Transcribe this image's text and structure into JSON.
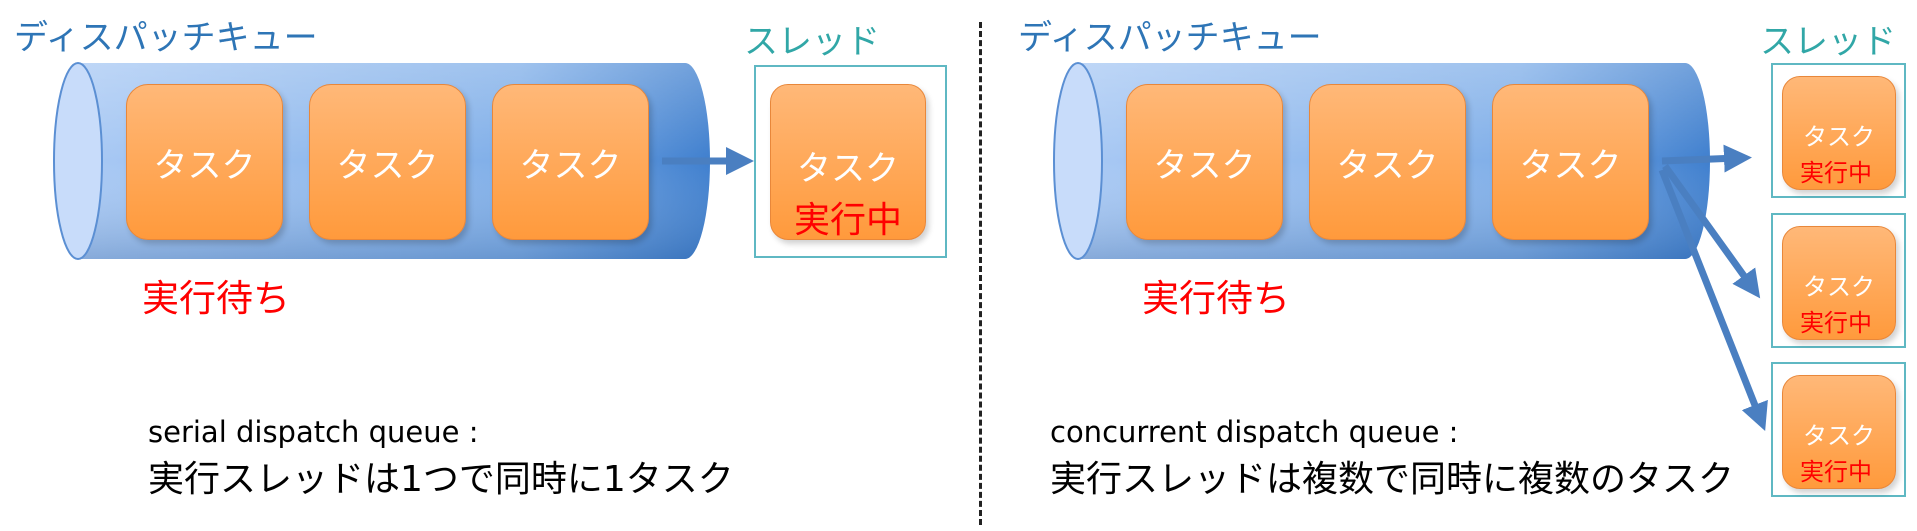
{
  "serial": {
    "queue_title": "ディスパッチキュー",
    "thread_title": "スレッド",
    "tasks": [
      "タスク",
      "タスク",
      "タスク"
    ],
    "running_task": "タスク",
    "running_label": "実行中",
    "waiting_label": "実行待ち",
    "caption_line1": "serial dispatch queue :",
    "caption_line2": "実行スレッドは1つで同時に1タスク"
  },
  "concurrent": {
    "queue_title": "ディスパッチキュー",
    "thread_title": "スレッド",
    "tasks": [
      "タスク",
      "タスク",
      "タスク"
    ],
    "threads": [
      {
        "task": "タスク",
        "label": "実行中"
      },
      {
        "task": "タスク",
        "label": "実行中"
      },
      {
        "task": "タスク",
        "label": "実行中"
      }
    ],
    "waiting_label": "実行待ち",
    "caption_line1": "concurrent dispatch queue :",
    "caption_line2": "実行スレッドは複数で同時に複数のタスク"
  },
  "colors": {
    "queue_blue": "#2e75b6",
    "thread_teal": "#31a7a7",
    "task_orange": "#ff9a3c",
    "running_red": "#ff0000",
    "arrow_blue": "#4a7fc1"
  }
}
